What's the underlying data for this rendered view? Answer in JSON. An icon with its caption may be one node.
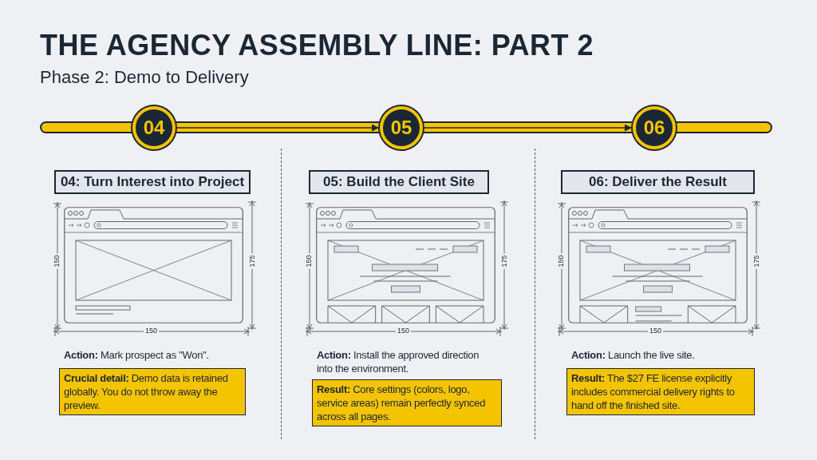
{
  "diagram": {
    "title": "THE AGENCY ASSEMBLY LINE: PART 2",
    "nodes": [
      {
        "text": [
          "04"
        ]
      },
      {
        "text": [
          "05"
        ]
      },
      {
        "text": [
          "06"
        ]
      },
      {
        "text": [
          "04: Turn Interest into Project"
        ]
      },
      {
        "text": [
          "05: Build the Client Site"
        ]
      },
      {
        "text": [
          "06: Deliver the Result"
        ]
      },
      {
        "text": [
          "**Crucial detail:** Demo data is retained globally. You do not throw away the preview."
        ]
      },
      {
        "text": [
          "**Result:** Core settings (colors, logo, service areas) remain perfectly synced across all pages."
        ]
      },
      {
        "text": [
          "**Result:** The $27 FE license explicitly includes commercial delivery rights to hand off the finished site."
        ]
      }
    ],
    "edges": [
      {
        "from": 0,
        "to": 1,
        "arrow": "to"
      },
      {
        "from": 1,
        "to": 2,
        "arrow": "to"
      }
    ],
    "labels": [
      "Phase 2: Demo to Delivery",
      "150",
      "175",
      "150",
      "150",
      "175",
      "150",
      "150",
      "175",
      "150",
      "**Action:** Mark prospect as \"Won\".",
      "**Action:** Install the approved direction into the environment.",
      "**Action:** Launch the live site."
    ]
  }
}
